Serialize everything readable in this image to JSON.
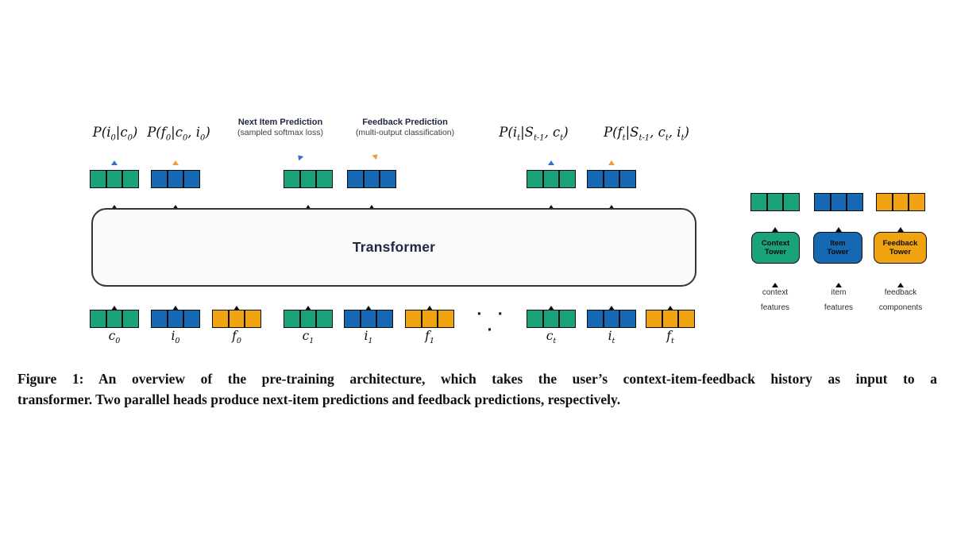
{
  "figure": {
    "output_labels": [
      "P(i_0|c_0)",
      "P(f_0|c_0, i_0)",
      "P(i_t|S_{t-1}, c_t)",
      "P(f_t|S_{t-1}, c_t, i_t)"
    ],
    "head_labels": [
      {
        "title": "Next Item Prediction",
        "subtitle": "(sampled softmax loss)"
      },
      {
        "title": "Feedback Prediction",
        "subtitle": "(multi-output classification)"
      }
    ],
    "transformer_label": "Transformer",
    "ellipsis": "· · ·",
    "input_labels": [
      "c_0",
      "i_0",
      "f_0",
      "c_1",
      "i_1",
      "f_1",
      "c_t",
      "i_t",
      "f_t"
    ],
    "towers": [
      {
        "name": "Context\nTower",
        "input": "context\nfeatures"
      },
      {
        "name": "Item\nTower",
        "input": "item\nfeatures"
      },
      {
        "name": "Feedback\nTower",
        "input": "feedback\ncomponents"
      }
    ],
    "colors": {
      "context_green": "#1AA27B",
      "item_blue": "#1568B2",
      "feedback_orange": "#F0A310",
      "arrow_blue": "#3C6EC8",
      "arrow_orange": "#E8A03C",
      "navy": "#212844"
    }
  },
  "caption_lines": [
    "Figure 1: An overview of the pre-training architecture, which takes the user’s context-item-feedback history as input to a",
    "transformer. Two parallel heads produce next-item predictions and feedback predictions, respectively."
  ]
}
